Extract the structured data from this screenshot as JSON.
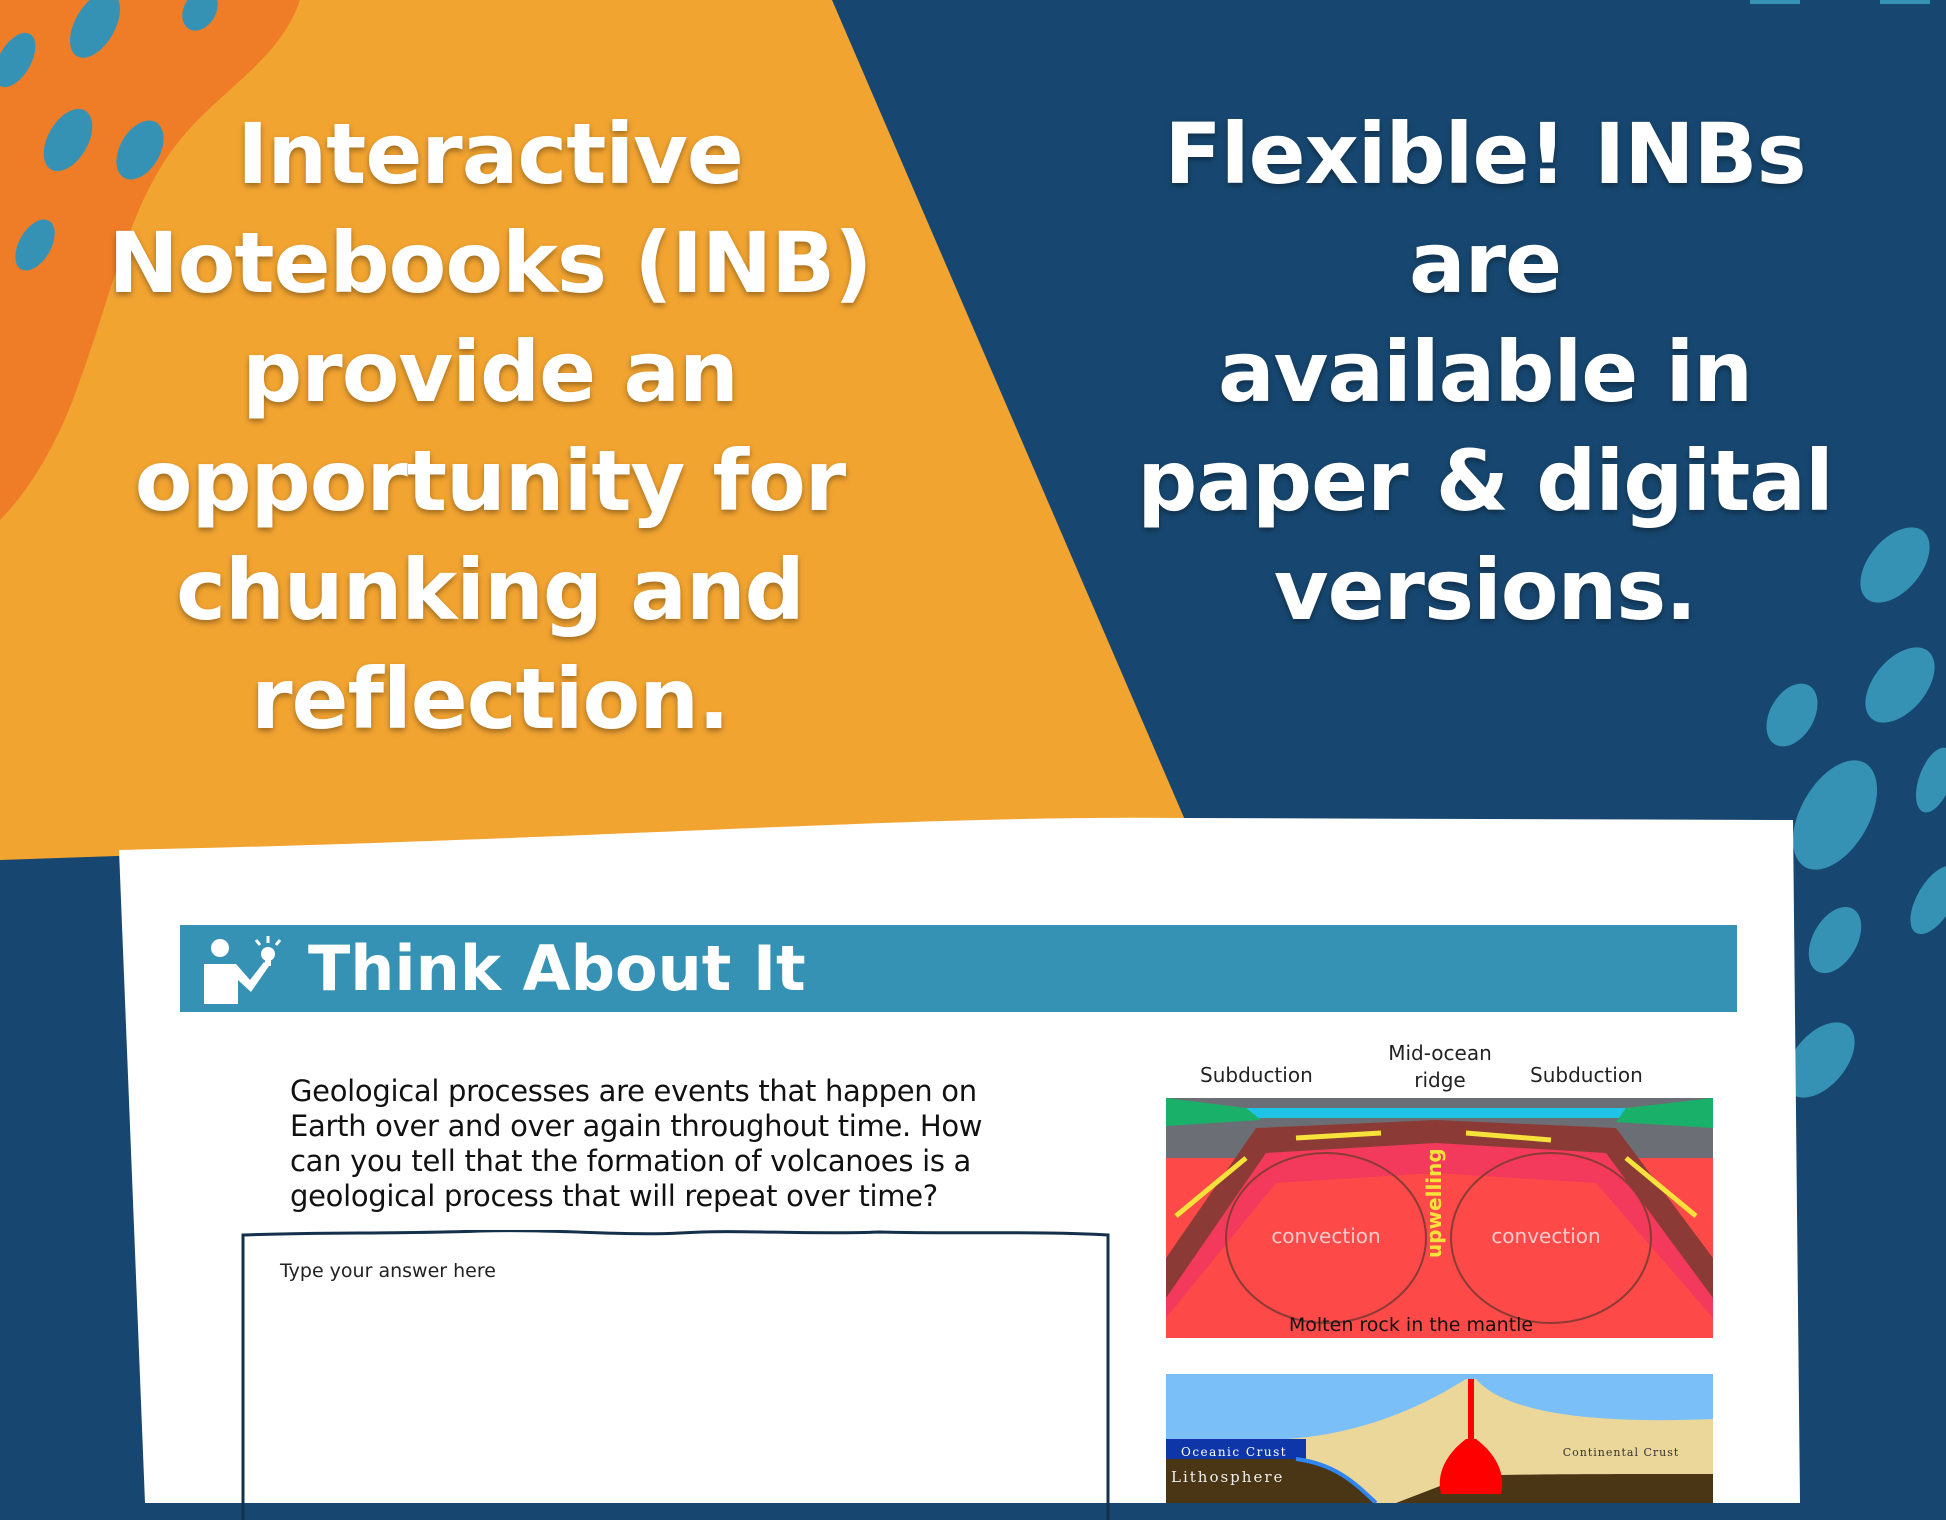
{
  "left_headline": [
    "Interactive",
    "Notebooks (INB)",
    "provide an",
    "opportunity for",
    "chunking and",
    "reflection."
  ],
  "right_headline": [
    "Flexible! INBs are",
    "available in",
    "paper & digital",
    "versions."
  ],
  "worksheet": {
    "section_title": "Think About It",
    "section_icon": "person-lightbulb-icon",
    "question": "Geological processes are events that happen on Earth over and over again throughout time. How can you tell that the formation of volcanoes is a geological process that will repeat over time?",
    "answer_placeholder": "Type your answer here",
    "diagram1": {
      "left_label": "Subduction",
      "center_label": "Mid-ocean ridge",
      "right_label": "Subduction",
      "convection_left": "convection",
      "convection_right": "convection",
      "upwelling": "upwelling",
      "bottom_label": "Molten rock in the mantle"
    },
    "diagram2": {
      "oceanic": "Oceanic Crust",
      "litho": "Lithosphere",
      "continental": "Continental Crust"
    }
  },
  "colors": {
    "orange": "#f2a431",
    "dark_orange": "#ef7d27",
    "navy": "#174770",
    "teal": "#3592b5"
  }
}
